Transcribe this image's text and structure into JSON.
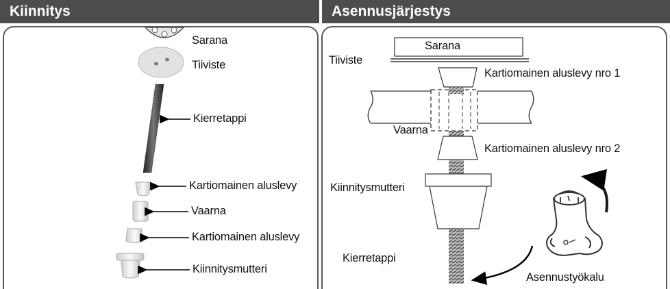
{
  "left_panel": {
    "title": "Kiinnitys",
    "labels": {
      "sarana": "Sarana",
      "tiiviste": "Tiiviste",
      "kierretappi": "Kierretappi",
      "kartio1": "Kartiomainen aluslevy",
      "vaarna": "Vaarna",
      "kartio2": "Kartiomainen aluslevy",
      "mutteri": "Kiinnitysmutteri"
    }
  },
  "right_panel": {
    "title": "Asennusjärjestys",
    "labels": {
      "sarana": "Sarana",
      "tiiviste": "Tiiviste",
      "kartio1": "Kartiomainen aluslevy nro 1",
      "vaarna": "Vaarna",
      "kartio2": "Kartiomainen aluslevy nro 2",
      "mutteri": "Kiinnitysmutteri",
      "kierretappi": "Kierretappi",
      "tyokalu": "Asennustyökalu"
    }
  },
  "colors": {
    "header_bg": "#4d4d4d",
    "header_text": "#ffffff",
    "frame": "#5a5a5a"
  }
}
